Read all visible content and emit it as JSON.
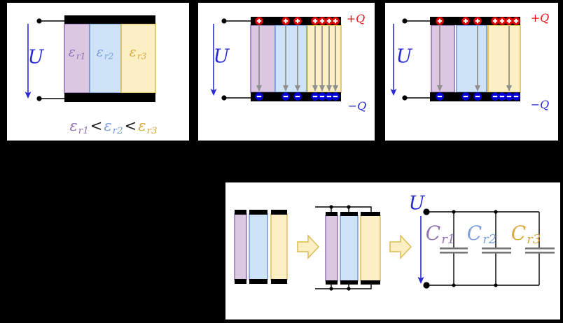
{
  "colors": {
    "background": "#000000",
    "panel_bg": "#ffffff",
    "purple_fill": "#dcc7e3",
    "purple_stroke": "#8d6bac",
    "purple_text": "#9372b4",
    "blue_fill": "#cfe3f8",
    "blue_stroke": "#6b92cf",
    "blue_text": "#7b9fd9",
    "yellow_fill": "#fcefc4",
    "yellow_stroke": "#dcbc52",
    "yellow_text": "#d9a93f",
    "voltage_blue": "#2b2bd5",
    "plus_charge_red": "#dd0000",
    "plus_label_red": "#e81418",
    "minus_charge_blue": "#0000d6",
    "minus_label_blue": "#2a2ad5",
    "field_arrow_gray": "#909090",
    "plate_black": "#000000",
    "circuit_plate_gray": "#777777"
  },
  "icons": {
    "plus_charge": "plus-charge-icon",
    "minus_charge": "minus-charge-icon",
    "field_arrow": "field-arrow-down-icon",
    "voltage_arrow": "voltage-arrow-down-icon",
    "block_arrow": "transform-arrow-right-icon"
  },
  "panels": {
    "layered_capacitor": {
      "voltage_label": "U",
      "dielectric_labels": [
        {
          "symbol": "ε",
          "sub": "r1"
        },
        {
          "symbol": "ε",
          "sub": "r2"
        },
        {
          "symbol": "ε",
          "sub": "r3"
        }
      ],
      "caption": {
        "term1": {
          "symbol": "ε",
          "sub": "r1"
        },
        "lt1": "<",
        "term2": {
          "symbol": "ε",
          "sub": "r2"
        },
        "lt2": "<",
        "term3": {
          "symbol": "ε",
          "sub": "r3"
        }
      }
    },
    "charged_field_lines": {
      "voltage_label": "U",
      "plus_charge_label": "+Q",
      "minus_charge_label": "−Q",
      "charges_per_region": [
        1,
        2,
        4
      ],
      "field_lines_per_region": [
        1,
        2,
        4
      ]
    },
    "charged_single_lines": {
      "voltage_label": "U",
      "plus_charge_label": "+Q",
      "minus_charge_label": "−Q",
      "charges_per_region": [
        1,
        2,
        4
      ],
      "field_lines_per_region": [
        1,
        1,
        1
      ]
    },
    "equivalent_circuit": {
      "voltage_label": "U",
      "capacitor_labels": [
        {
          "symbol": "C",
          "sub": "r1"
        },
        {
          "symbol": "C",
          "sub": "r2"
        },
        {
          "symbol": "C",
          "sub": "r3"
        }
      ]
    }
  }
}
